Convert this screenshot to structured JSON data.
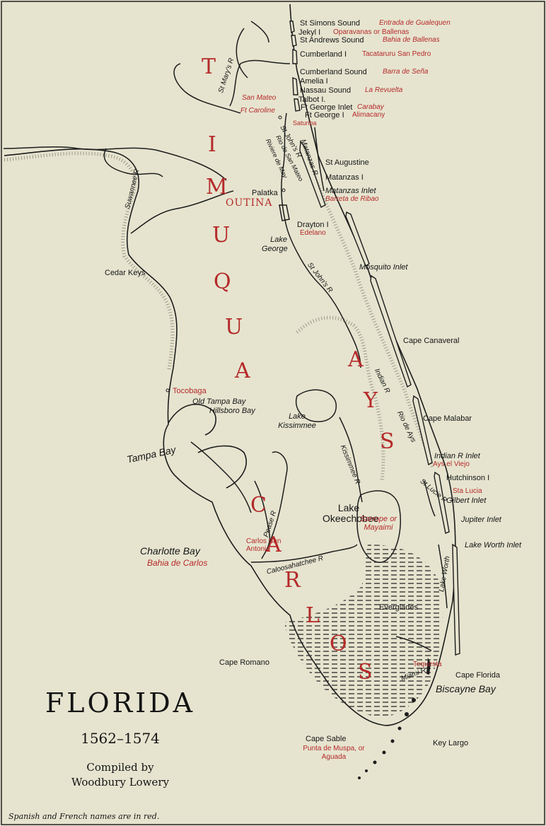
{
  "title": "FLORIDA",
  "years": "1562–1574",
  "credit_line1": "Compiled by",
  "credit_line2": "Woodbury Lowery",
  "note": "Spanish and French names are in red.",
  "regions": {
    "timuqua": [
      "T",
      "I",
      "M",
      "U",
      "Q",
      "U",
      "A"
    ],
    "ays": [
      "A",
      "Y",
      "S"
    ],
    "carlos": [
      "C",
      "A",
      "R",
      "L",
      "O",
      "S"
    ],
    "outina": "OUTINA"
  },
  "labels": {
    "st_simons_sound": "St Simons Sound",
    "entrada_de_gualequen": "Entrada de Gualequen",
    "jekyl_i": "Jekyl I",
    "oparavanas_or_ballenas": "Oparavanas or Ballenas",
    "st_andrews_sound": "St Andrews Sound",
    "bahia_de_ballenas": "Bahia de Ballenas",
    "cumberland_i": "Cumberland I",
    "tacataruru_san_pedro": "Tacataruru San Pedro",
    "cumberland_sound": "Cumberland Sound",
    "barra_de_sena": "Barra de Seña",
    "amelia_i": "Amelia I",
    "nassau_sound": "Nassau Sound",
    "la_revuelta": "La Revuelta",
    "talbot_i": "Talbot I.",
    "ft_george_inlet": "Ft George Inlet",
    "carabay": "Carabay",
    "ft_george_i": "Ft George I",
    "alimacany": "Alimacany",
    "san_mateo": "San Mateo",
    "ft_caroline": "Ft Caroline",
    "saturiba": "Saturiba",
    "rio_de_san_mateo": "Rio de San Mateo",
    "riviere_de_may": "Riviere de May",
    "st_augustine": "St Augustine",
    "matanzas_i": "Matanzas I",
    "matanzas_inlet": "Matanzas Inlet",
    "barreta_de_ribao": "Barreta de Ribao",
    "palatka": "Palatka",
    "drayton_i": "Drayton I",
    "edelano": "Edelano",
    "lake_george": "Lake George",
    "mosquito_inlet": "Mosquito Inlet",
    "cedar_keys": "Cedar Keys",
    "cape_canaveral": "Cape Canaveral",
    "tocobaga": "Tocobaga",
    "old_tampa_bay": "Old Tampa Bay",
    "hillsboro_bay": "Hillsboro Bay",
    "lake_kissimmee": "Lake Kissimmee",
    "cape_malabar": "Cape Malabar",
    "tampa_bay": "Tampa Bay",
    "indian_r_inlet": "Indian R Inlet",
    "ays_el_viejo": "Ays el Viejo",
    "hutchinson_i": "Hutchinson I",
    "sta_lucia": "Sta Lucia",
    "gilbert_inlet": "Gilbert Inlet",
    "lake_okeechobee": "Lake Okeechobee",
    "sarrope_or_mayaimi": "Sarrope or Mayaimi",
    "jupiter_inlet": "Jupiter Inlet",
    "charlotte_bay": "Charlotte Bay",
    "bahia_de_carlos": "Bahia de Carlos",
    "carlos_san_antonio": "Carlos San Antonio",
    "lake_worth_inlet": "Lake Worth Inlet",
    "everglades": "Everglades",
    "cape_romano": "Cape Romano",
    "tequesta": "Tequesta",
    "cape_florida": "Cape Florida",
    "biscayne_bay": "Biscayne Bay",
    "cape_sable": "Cape Sable",
    "punta_de_muspa": "Punta de Muspa, or Aguada",
    "key_largo": "Key Largo"
  },
  "rivers": {
    "st_marys_r": "St Mary's R",
    "st_johns_r_north": "St John's R",
    "matanzas_r": "Matanzas R",
    "suwannee_r": "Suwannee R",
    "st_johns_r_south": "St John's R",
    "indian_r": "Indian R",
    "rio_de_ays": "Rio de Ays",
    "kissimmee_r": "Kissimmee R",
    "st_lucie_r": "St Lucie R",
    "peace_r": "Pease R",
    "caloosahatchee_r": "Caloosahatchee R",
    "lake_worth": "Lake Worth",
    "miami_r": "Miami R"
  },
  "colors": {
    "paper": "#e6e4cf",
    "ink": "#151515",
    "red": "#b52a2a"
  }
}
